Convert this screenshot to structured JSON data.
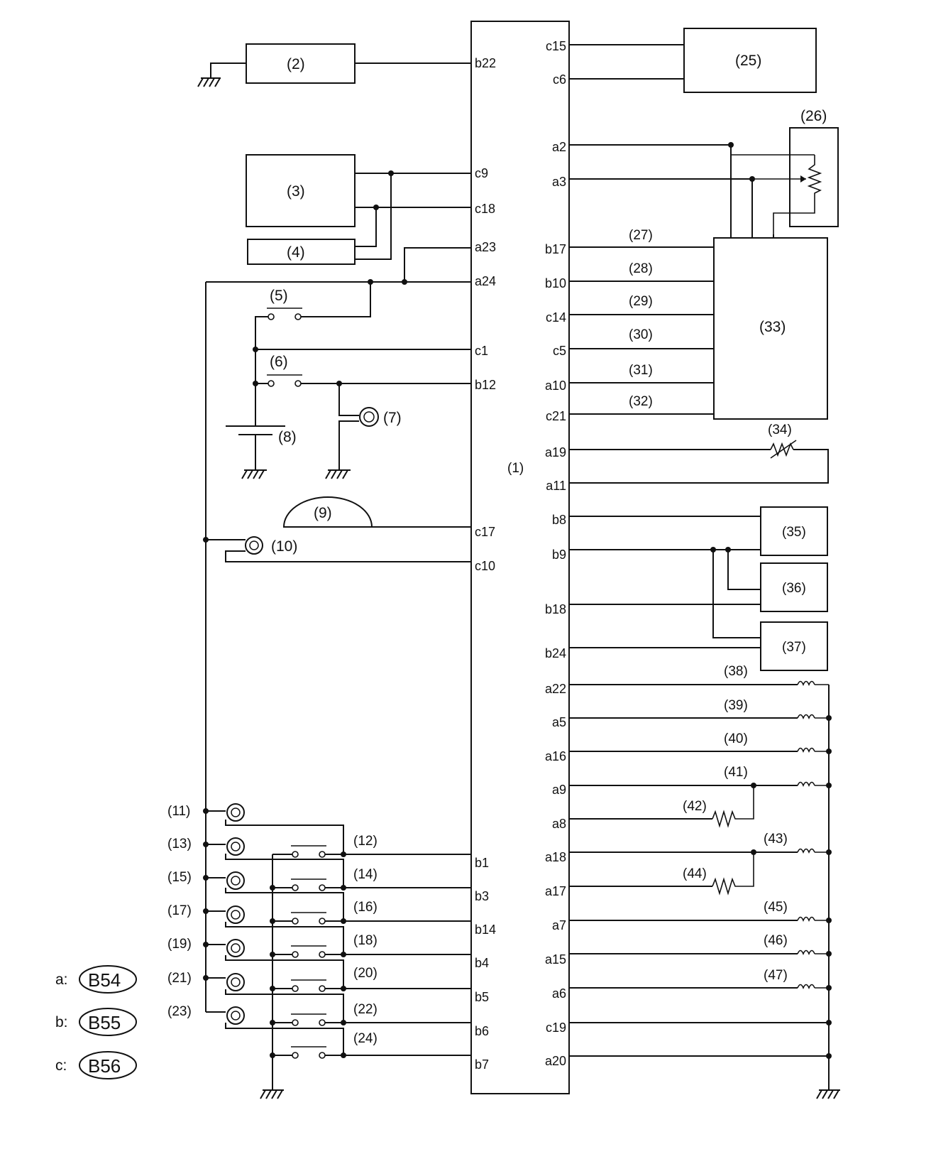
{
  "components": {
    "c1": "(1)",
    "c2": "(2)",
    "c3": "(3)",
    "c4": "(4)",
    "c5": "(5)",
    "c6": "(6)",
    "c7": "(7)",
    "c8": "(8)",
    "c9": "(9)",
    "c10": "(10)",
    "c11": "(11)",
    "c12": "(12)",
    "c13": "(13)",
    "c14": "(14)",
    "c15": "(15)",
    "c16": "(16)",
    "c17": "(17)",
    "c18": "(18)",
    "c19": "(19)",
    "c20": "(20)",
    "c21": "(21)",
    "c22": "(22)",
    "c23": "(23)",
    "c24": "(24)",
    "c25": "(25)",
    "c26": "(26)",
    "c27": "(27)",
    "c28": "(28)",
    "c29": "(29)",
    "c30": "(30)",
    "c31": "(31)",
    "c32": "(32)",
    "c33": "(33)",
    "c34": "(34)",
    "c35": "(35)",
    "c36": "(36)",
    "c37": "(37)",
    "c38": "(38)",
    "c39": "(39)",
    "c40": "(40)",
    "c41": "(41)",
    "c42": "(42)",
    "c43": "(43)",
    "c44": "(44)",
    "c45": "(45)",
    "c46": "(46)",
    "c47": "(47)"
  },
  "pins_left": {
    "b22": "b22",
    "c9": "c9",
    "c18": "c18",
    "a23": "a23",
    "a24": "a24",
    "c1": "c1",
    "b12": "b12",
    "c17": "c17",
    "c10": "c10",
    "b1": "b1",
    "b3": "b3",
    "b14": "b14",
    "b4": "b4",
    "b5": "b5",
    "b6": "b6",
    "b7": "b7"
  },
  "pins_right": {
    "c15": "c15",
    "c6": "c6",
    "a2": "a2",
    "a3": "a3",
    "b17": "b17",
    "b10": "b10",
    "c14": "c14",
    "c5": "c5",
    "a10": "a10",
    "c21": "c21",
    "a19": "a19",
    "a11": "a11",
    "b8": "b8",
    "b9": "b9",
    "b18": "b18",
    "b24": "b24",
    "a22": "a22",
    "a5": "a5",
    "a16": "a16",
    "a9": "a9",
    "a8": "a8",
    "a18": "a18",
    "a17": "a17",
    "a7": "a7",
    "a15": "a15",
    "a6": "a6",
    "c19": "c19",
    "a20": "a20"
  },
  "legend": [
    {
      "prefix": "a:",
      "connector": "B54"
    },
    {
      "prefix": "b:",
      "connector": "B55"
    },
    {
      "prefix": "c:",
      "connector": "B56"
    }
  ]
}
